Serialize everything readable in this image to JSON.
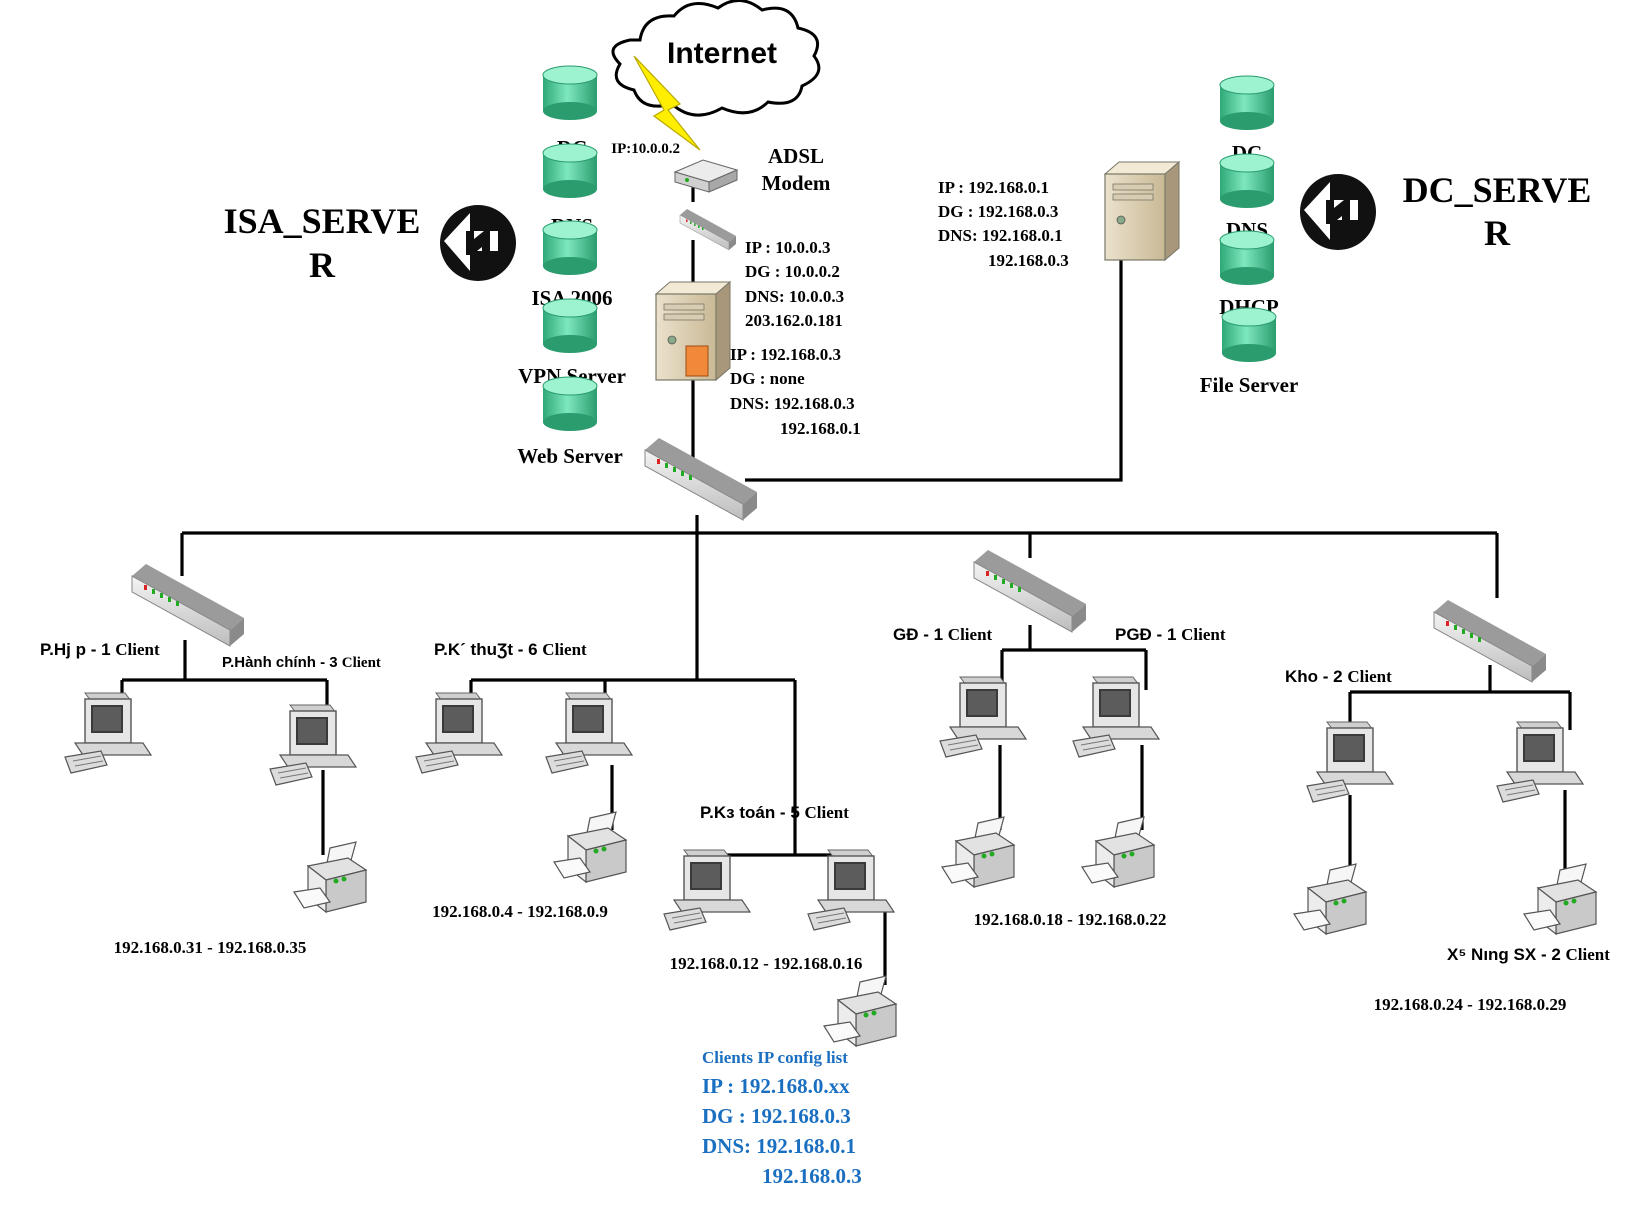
{
  "internet": {
    "label": "Internet"
  },
  "modem": {
    "label_line1": "ADSL",
    "label_line2": "Modem",
    "ip_label": "IP:10.0.0.2"
  },
  "isa_server": {
    "title_line1": "ISA_SERVE",
    "title_line2": "R",
    "services": [
      "DC",
      "DNS",
      "ISA 2006",
      "VPN Server",
      "Web Server"
    ],
    "external_config": [
      "IP    : 10.0.0.3",
      "DG  : 10.0.0.2",
      "DNS: 10.0.0.3",
      "203.162.0.181"
    ],
    "internal_config": [
      "IP :     192.168.0.3",
      "DG  : none",
      "DNS: 192.168.0.3",
      "192.168.0.1"
    ]
  },
  "dc_server": {
    "title_line1": "DC_SERVE",
    "title_line2": "R",
    "services": [
      "DC",
      "DNS",
      "DHCP",
      "File Server"
    ],
    "config": [
      "IP :    192.168.0.1",
      "DG :  192.168.0.3",
      "DNS: 192.168.0.1",
      "192.168.0.3"
    ]
  },
  "departments": {
    "phong_hop": {
      "name": "P.Hj p - 1 ",
      "clients": "Client"
    },
    "hanh_chinh": {
      "name": "P.Hành chính - 3 ",
      "clients": "Client"
    },
    "ky_thuat": {
      "name": "P.K´ thuƷt - 6 ",
      "clients": "Client"
    },
    "ke_toan": {
      "name": "P.Kз toán - 5 ",
      "clients": "Client"
    },
    "gd": {
      "name": "GĐ - 1 ",
      "clients": "Client"
    },
    "pgd": {
      "name": "PGĐ - 1 ",
      "clients": "Client"
    },
    "kho": {
      "name": "Kho - 2 ",
      "clients": "Client"
    },
    "xuong": {
      "name": "X⁵ Nıng SX - 2 ",
      "clients": "Client"
    }
  },
  "ranges": {
    "hop_hc": "192.168.0.31 - 192.168.0.35",
    "ky_thuat": "192.168.0.4 - 192.168.0.9",
    "ke_toan": "192.168.0.12 - 192.168.0.16",
    "gd_pgd": "192.168.0.18 - 192.168.0.22",
    "kho_xuong": "192.168.0.24 - 192.168.0.29"
  },
  "client_config": {
    "title": "Clients IP config list",
    "lines": [
      "IP     : 192.168.0.xx",
      "DG  : 192.168.0.3",
      "DNS: 192.168.0.1",
      "192.168.0.3"
    ]
  },
  "colors": {
    "accent_text": "#1a6fc0",
    "db_green": "#3fbf8a",
    "lightning": "#ffee00"
  }
}
